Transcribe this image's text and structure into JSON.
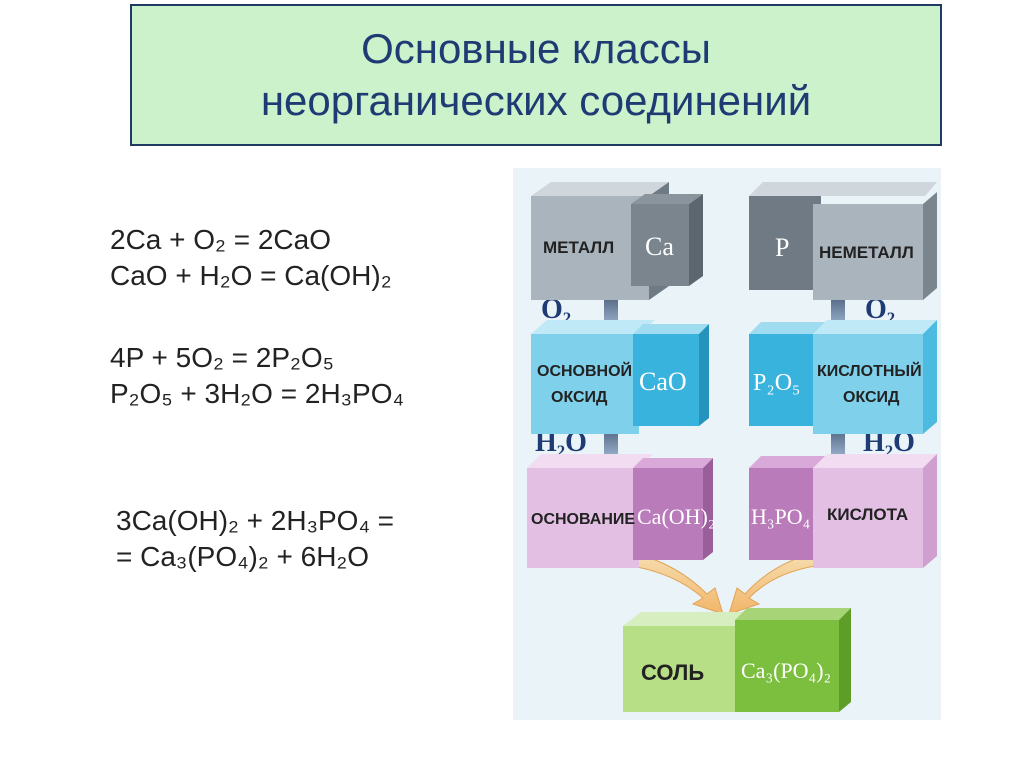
{
  "title": {
    "line1": "Основные классы",
    "line2": "неорганических соединений"
  },
  "equations": {
    "calcium": [
      "2Ca + O₂ = 2CaO",
      "CaO + H₂O = Ca(OH)₂"
    ],
    "phosphorus": [
      "4P + 5O₂ = 2P₂O₅",
      "P₂O₅ + 3H₂O = 2H₃PO₄"
    ],
    "salt": [
      "3Ca(OH)₂ + 2H₃PO₄ =",
      "= Ca₃(PO₄)₂ + 6H₂O"
    ]
  },
  "diagram": {
    "metal_label": "МЕТАЛЛ",
    "metal_formula": "Ca",
    "nonmetal_label": "НЕМЕТАЛЛ",
    "nonmetal_formula": "P",
    "reagent_o2_left": "O₂",
    "reagent_o2_right": "O₂",
    "basic_oxide_label_1": "ОСНОВНОЙ",
    "basic_oxide_label_2": "ОКСИД",
    "basic_oxide_formula": "CaO",
    "acid_oxide_label_1": "КИСЛОТНЫЙ",
    "acid_oxide_label_2": "ОКСИД",
    "acid_oxide_formula": "P₂O₅",
    "reagent_h2o_left": "H₂O",
    "reagent_h2o_right": "H₂O",
    "base_label": "ОСНОВАНИЕ",
    "base_formula": "Ca(OH)₂",
    "acid_label": "КИСЛОТА",
    "acid_formula": "H₃PO₄",
    "salt_label": "СОЛЬ",
    "salt_formula": "Ca₃(PO₄)₂"
  },
  "colors": {
    "title_bg": "#ccf2cc",
    "title_text": "#1f3b73",
    "diagram_bg": "#eaf3f8",
    "metal_box": "#a9b4bd",
    "oxide_box": "#7fd0ea",
    "hydroxide_box": "#e3bfe3",
    "salt_box": "#b6df86"
  }
}
